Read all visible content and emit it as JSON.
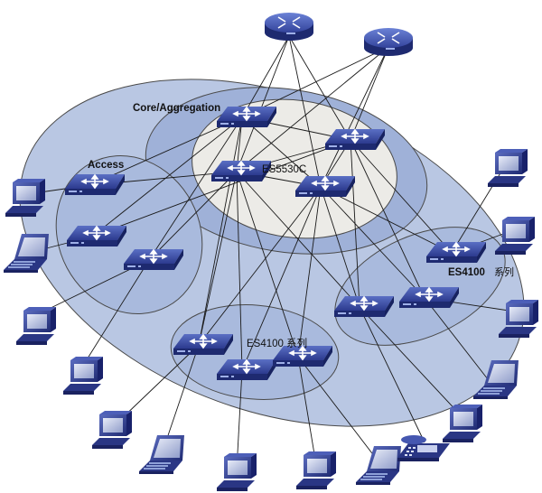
{
  "labels": {
    "core_aggregation": "Core/Aggregation",
    "access": "Access",
    "core_switch": "ES5530C",
    "es4100_bottom": "ES4100 系列",
    "es4100_right_model": "ES4100",
    "es4100_right_suffix": "系列"
  },
  "colors": {
    "outer_zone": "#b9c7e3",
    "core_ring": "#9fb1d8",
    "core_center": "#ecebe7",
    "access_zone": "#a9badd",
    "device_blue": "#2f3f96",
    "link": "#1a1a1a"
  },
  "icons": {
    "router": "router-icon",
    "switch": "switch-icon",
    "computer": "desktop-computer-icon",
    "laptop": "laptop-icon",
    "phone": "ip-phone-icon"
  }
}
